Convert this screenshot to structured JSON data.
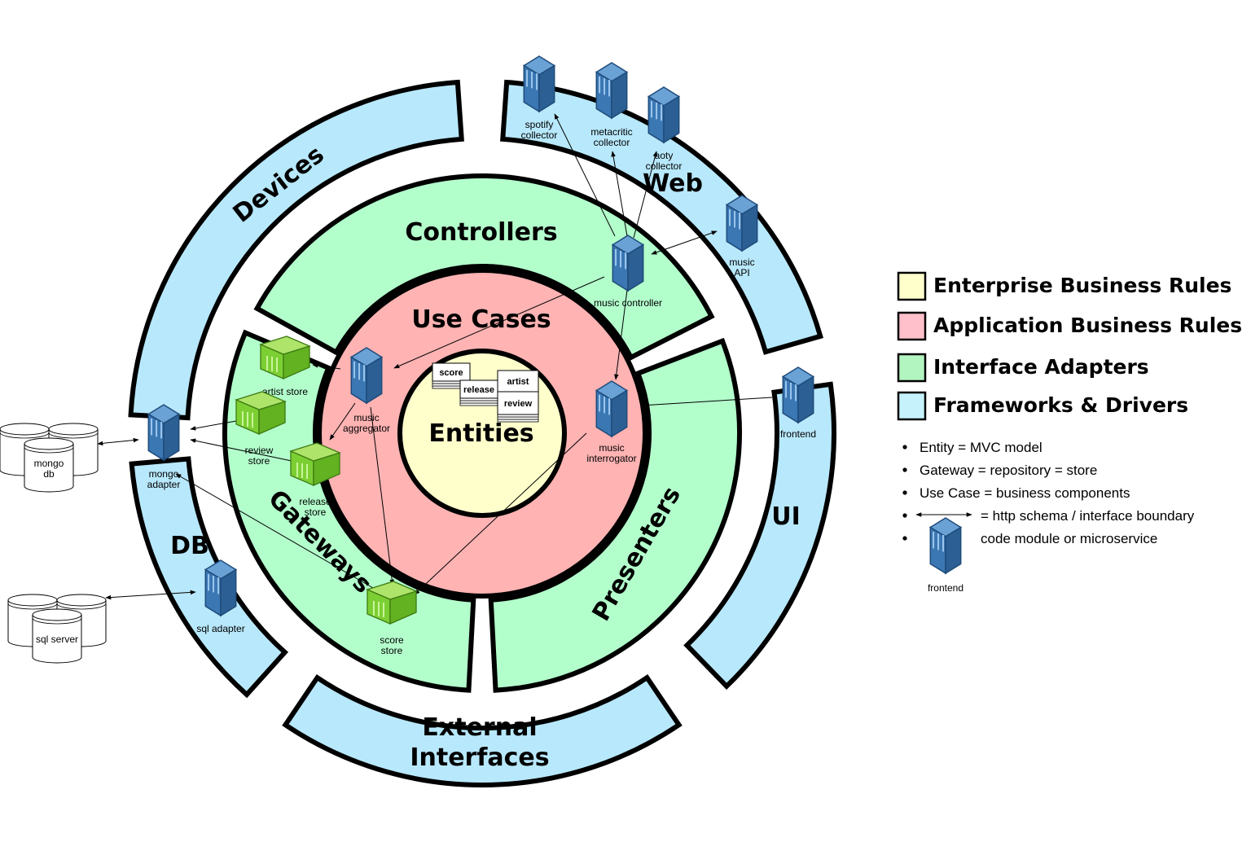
{
  "colors": {
    "enterprise": "#ffffcc",
    "application": "#ffb3b3",
    "adapters": "#b3ffcc",
    "frameworks": "#b8e8fb",
    "blue_box": "#3b78b5",
    "green_box": "#7ecb2e"
  },
  "rings": {
    "entities": "Entities",
    "use_cases": "Use Cases",
    "controllers": "Controllers",
    "gateways": "Gateways",
    "presenters": "Presenters",
    "devices": "Devices",
    "web": "Web",
    "ui": "UI",
    "db": "DB",
    "external_line1": "External",
    "external_line2": "Interfaces"
  },
  "entity_cards": {
    "score": "score",
    "release": "release",
    "artist": "artist",
    "review": "review"
  },
  "modules": {
    "spotify_collector": [
      "spotify",
      "collector"
    ],
    "metacritic_collector": [
      "metacritic",
      "collector"
    ],
    "aoty_collector": [
      "aoty",
      "collector"
    ],
    "music_api": [
      "music",
      "API"
    ],
    "music_controller": [
      "music controller"
    ],
    "music_aggregator": [
      "music",
      "aggregator"
    ],
    "music_interrogator": [
      "music",
      "interrogator"
    ],
    "frontend": [
      "frontend"
    ],
    "mongo_adapter": [
      "mongo",
      "adapter"
    ],
    "sql_adapter": [
      "sql adapter"
    ],
    "artist_store": [
      "artist store"
    ],
    "review_store": [
      "review",
      "store"
    ],
    "release_store": [
      "release",
      "store"
    ],
    "score_store": [
      "score",
      "store"
    ]
  },
  "databases": {
    "mongo_db": [
      "mongo",
      "db"
    ],
    "sql_server": [
      "sql server"
    ]
  },
  "legend": {
    "items": [
      {
        "label": "Enterprise Business Rules",
        "color": "#ffffcc"
      },
      {
        "label": "Application Business Rules",
        "color": "#ffc0cb"
      },
      {
        "label": "Interface Adapters",
        "color": "#b3f5c0"
      },
      {
        "label": "Frameworks & Drivers",
        "color": "#c6f2fb"
      }
    ],
    "notes": [
      "Entity = MVC model",
      "Gateway = repository = store",
      "Use Case = business components",
      "= http schema / interface boundary",
      "code module or microservice"
    ],
    "icon_caption": "frontend"
  }
}
